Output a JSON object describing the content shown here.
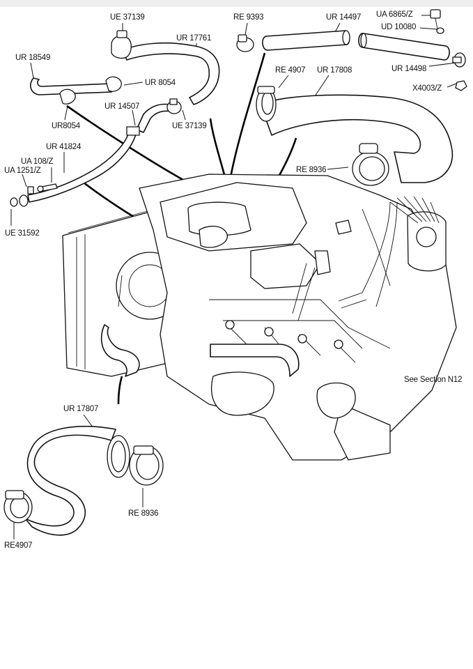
{
  "parts": {
    "ue37139_top": "UE 37139",
    "re9393": "RE 9393",
    "ur14497": "UR 14497",
    "ua6865z": "UA 6865/Z",
    "ud10080": "UD 10080",
    "ur17761": "UR 17761",
    "ur18549": "UR 18549",
    "ur8054_right": "UR 8054",
    "ur14498": "UR 14498",
    "re4907_top": "RE 4907",
    "ur17808": "UR 17808",
    "x4003z": "X4003/Z",
    "ur14507": "UR 14507",
    "ur8054_left": "UR8054",
    "ue37139_mid": "UE 37139",
    "ur41824": "UR 41824",
    "ua108z": "UA 108/Z",
    "ua1251z": "UA 1251/Z",
    "re8936_top": "RE 8936",
    "ue31592": "UE 31592",
    "see_section": "See Section N12",
    "ur17807": "UR 17807",
    "re8936_bottom": "RE 8936",
    "re4907_bottom": "RE4907"
  },
  "icons": [
    "hose-clip-icon",
    "bolt-icon",
    "washer-icon",
    "radiator-icon",
    "engine-icon",
    "distributor-icon",
    "thermostat-housing-icon"
  ]
}
